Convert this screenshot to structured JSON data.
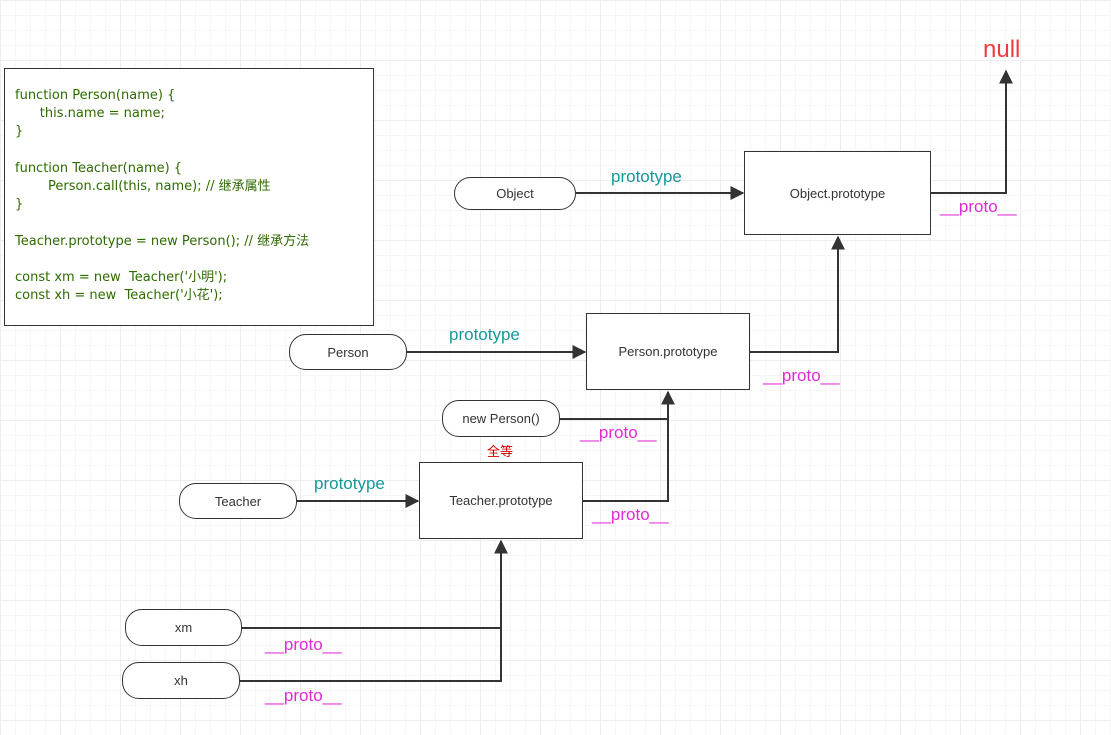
{
  "code": {
    "lines": [
      "function Person(name) {",
      "      this.name = name;",
      "}",
      "",
      "function Teacher(name) {",
      "        Person.call(this, name); // 继承属性",
      "}",
      "",
      "Teacher.prototype = new Person(); // 继承方法",
      "",
      "const xm = new  Teacher('小明');",
      "const xh = new  Teacher('小花');"
    ]
  },
  "nodes": {
    "object": "Object",
    "object_prototype": "Object.prototype",
    "person": "Person",
    "person_prototype": "Person.prototype",
    "new_person": "new Person()",
    "teacher": "Teacher",
    "teacher_prototype": "Teacher.prototype",
    "xm": "xm",
    "xh": "xh"
  },
  "labels": {
    "null": "null",
    "prototype_object": "prototype",
    "prototype_person": "prototype",
    "prototype_teacher": "prototype",
    "proto_object_prototype": "__proto__",
    "proto_person_prototype": "__proto__",
    "proto_new_person": "__proto__",
    "proto_teacher_prototype": "__proto__",
    "proto_xm": "__proto__",
    "proto_xh": "__proto__",
    "strict_equal": "全等"
  },
  "colors": {
    "prototype_label": "#17979a",
    "proto_label": "#e02ad8",
    "null_label": "#ef3b3b",
    "equal_label": "#d40000",
    "code_text": "#2e6b00"
  }
}
